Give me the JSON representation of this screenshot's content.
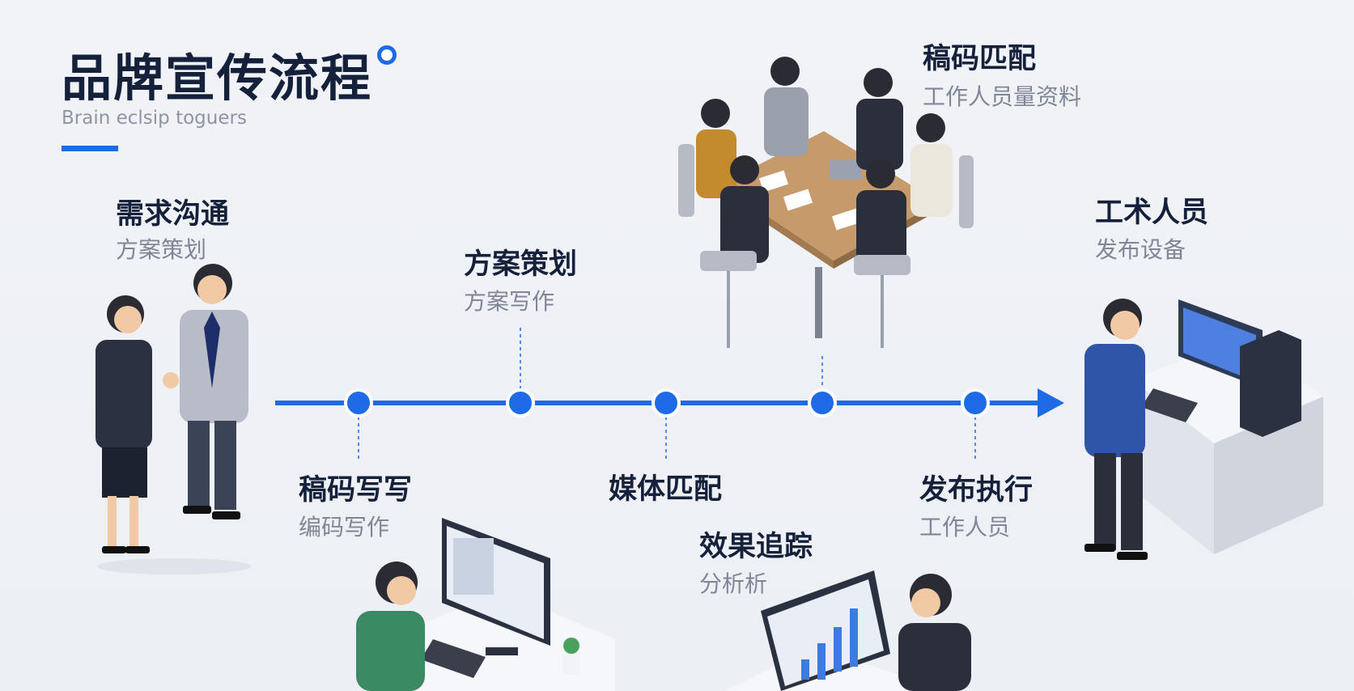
{
  "header": {
    "title": "品牌宣传流程",
    "subtitle": "Brain eclsip toguers"
  },
  "steps": [
    {
      "title": "需求沟通",
      "subtitle": "方案策划"
    },
    {
      "title": "稿码写写",
      "subtitle": "编码写作"
    },
    {
      "title": "方案策划",
      "subtitle": "方案写作"
    },
    {
      "title": "媒体匹配",
      "subtitle": ""
    },
    {
      "title": "效果追踪",
      "subtitle": "分析析"
    },
    {
      "title": "稿码匹配",
      "subtitle": "工作人员量资料"
    },
    {
      "title": "发布执行",
      "subtitle": "工作人员"
    },
    {
      "title": "工术人员",
      "subtitle": "发布设备"
    }
  ],
  "colors": {
    "accent": "#1f6ae6",
    "title": "#15213b",
    "muted": "#7f8797"
  }
}
